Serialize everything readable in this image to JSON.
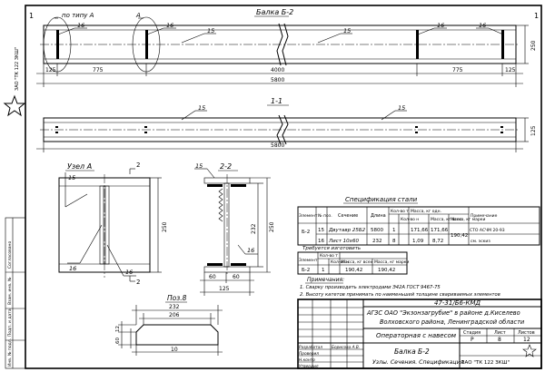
{
  "sheet": {
    "frame_marks": [
      "1",
      "1"
    ],
    "left_stamp": "ЗАО \"ТК 122 ЗКШ\"",
    "left_strip": [
      "Согласовано",
      "Взам. инв. №",
      "Подп. и дата",
      "Инв. № подл."
    ]
  },
  "beam_view": {
    "title": "Балка Б-2",
    "callout_type": "по типу А",
    "callout_a": "А",
    "marks": [
      "16",
      "16",
      "15",
      "15",
      "16",
      "16"
    ],
    "dims_bottom": [
      "125",
      "775",
      "4000",
      "775",
      "125"
    ],
    "dim_total": "5800",
    "dim_height": "250"
  },
  "section_1_1": {
    "title": "1-1",
    "marks": [
      "15",
      "15"
    ],
    "dim_total": "5800",
    "dim_height": "125"
  },
  "node_a": {
    "title": "Узел А",
    "section_marks": [
      "2",
      "2"
    ],
    "marks": [
      "15",
      "16",
      "16"
    ],
    "dim_height": "250"
  },
  "section_2_2": {
    "title": "2-2",
    "marks": [
      "15",
      "16"
    ],
    "dims": [
      "232",
      "250",
      "60",
      "60",
      "125"
    ]
  },
  "pos_8": {
    "title": "Поз.8",
    "dims": [
      "232",
      "206",
      "12",
      "60",
      "10"
    ]
  },
  "spec_table": {
    "title": "Спецификация стали",
    "headers": [
      "Элемент",
      "№ поз.",
      "Сечение",
      "Длина",
      "Кол-во т",
      "Кол-во н",
      "Масса, кг одн.",
      "Масса, кг всех",
      "Масса, кг марки",
      "Примечание"
    ],
    "rows": [
      [
        "Б-2",
        "15",
        "Двутавр 25Б2",
        "5800",
        "1",
        "",
        "171,66",
        "171,66",
        "190,42",
        "СТО АСЧМ 20-93"
      ],
      [
        "",
        "16",
        "Лист 10x60",
        "232",
        "8",
        "",
        "1,09",
        "8,72",
        "",
        "см. эскиз"
      ]
    ]
  },
  "demand_table": {
    "title": "Требуется изготовить",
    "headers": [
      "Элемент",
      "Кол-во т",
      "Кол-во н",
      "Масса, кг всех",
      "Масса, кг марки"
    ],
    "row": [
      "Б-2",
      "1",
      "",
      "190,42",
      "190,42"
    ]
  },
  "notes": {
    "title": "Примечания:",
    "items": [
      "1. Сварку производить электродами Э42А ГОСТ 9467-75",
      "2. Высоту катетов принимать по наименьшей толщине свариваемых элементов"
    ]
  },
  "title_block": {
    "code": "47-31/Б6-КМД",
    "org_line1": "АГЗС ОАО \"Экзонзагрубие\" в районе д.Киселево",
    "org_line2": "Волховского района, Ленинградской области",
    "object": "Операторная с навесом",
    "stage_head": [
      "Стадия",
      "Лист",
      "Листов"
    ],
    "stage_vals": [
      "Р",
      "8",
      "12"
    ],
    "drawing_title": "Балка Б-2",
    "drawing_sub": "Узлы. Сечения. Спецификация",
    "company": "ЗАО \"ТК 122 ЗКШ\"",
    "roles": [
      "Разработал",
      "Проверил",
      "Н.контр",
      "Утвердил"
    ],
    "developer": "Борисова А.В."
  }
}
